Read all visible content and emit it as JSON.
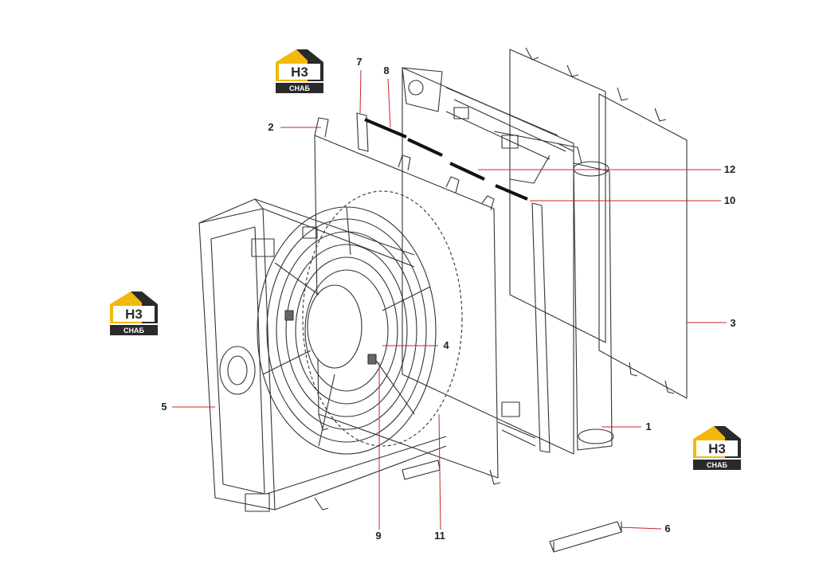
{
  "diagram": {
    "callouts": [
      "1",
      "2",
      "3",
      "4",
      "5",
      "6",
      "7",
      "8",
      "9",
      "10",
      "11",
      "12"
    ],
    "leader_color": "#c8242b"
  },
  "logo": {
    "mark": "H3",
    "sub": "CHAБ",
    "accent": "#f2b90c",
    "dark": "#2a2a2a"
  }
}
